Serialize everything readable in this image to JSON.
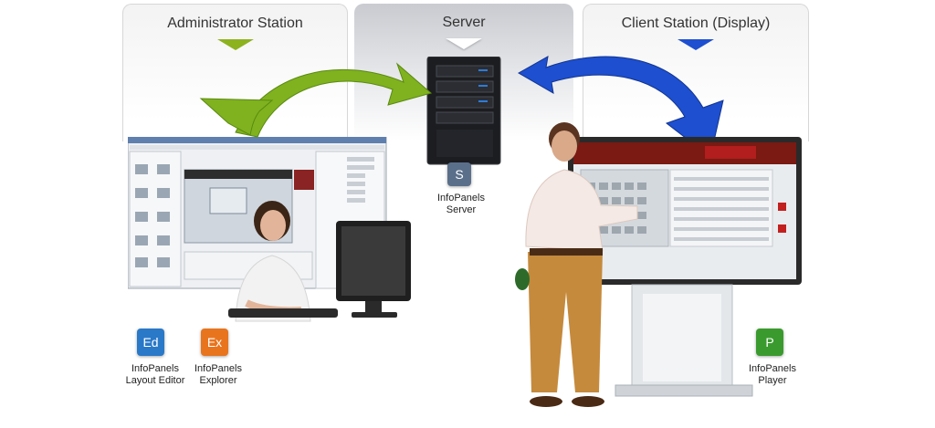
{
  "panels": {
    "admin": "Administrator Station",
    "server": "Server",
    "client": "Client Station (Display)"
  },
  "labels": {
    "server_line1": "InfoPanels",
    "server_line2": "Server",
    "layout_editor_line1": "InfoPanels",
    "layout_editor_line2": "Layout Editor",
    "explorer_line1": "InfoPanels",
    "explorer_line2": "Explorer",
    "player_line1": "InfoPanels",
    "player_line2": "Player"
  },
  "icons": {
    "server_icon_letter": "S",
    "layout_editor_letter": "Ed",
    "explorer_letter": "Ex",
    "player_letter": "P"
  },
  "colors": {
    "green_arrow": "#7fb21e",
    "blue_arrow": "#1d4fd0",
    "editor_icon": "#2a78c8",
    "explorer_icon": "#e8741e",
    "player_icon": "#3a9a2e",
    "server_icon": "#5a6f8a"
  }
}
